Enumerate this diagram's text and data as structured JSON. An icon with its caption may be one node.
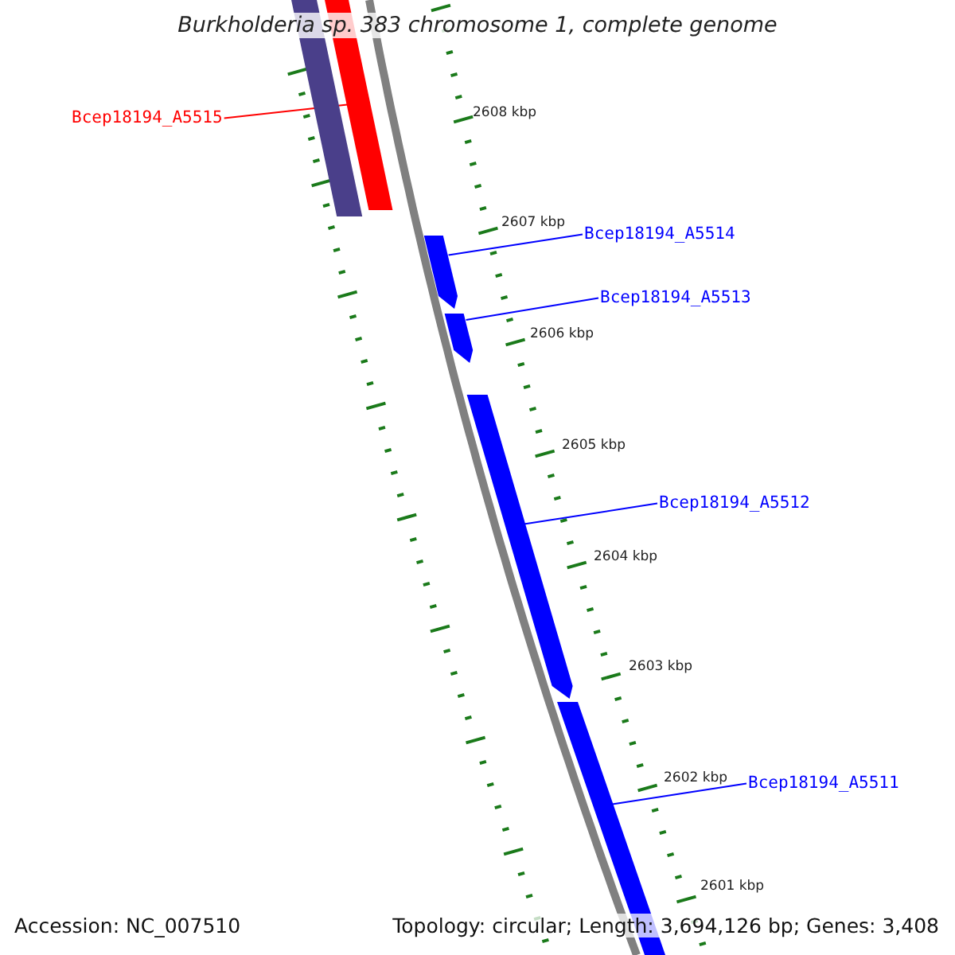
{
  "diagram": {
    "title": "Burkholderia sp. 383 chromosome 1, complete genome",
    "nodes": [
      {
        "text": [
          "Bcep18194_A5515"
        ]
      },
      {
        "text": [],
        "shape": "bar"
      },
      {
        "text": [],
        "shape": "bar"
      },
      {
        "text": [
          "Bcep18194_A5514"
        ]
      },
      {
        "text": [],
        "shape": "bar"
      },
      {
        "text": [
          "Bcep18194_A5513"
        ]
      },
      {
        "text": [],
        "shape": "bar"
      },
      {
        "text": [
          "Bcep18194_A5512"
        ]
      },
      {
        "text": [],
        "shape": "bar"
      },
      {
        "text": [
          "Bcep18194_A5511"
        ]
      },
      {
        "text": [],
        "shape": "bar"
      }
    ],
    "edges": [
      {
        "from": 0,
        "to": 2,
        "arrow": "none",
        "color": "#ff0000"
      },
      {
        "from": 3,
        "to": 4,
        "arrow": "none"
      },
      {
        "from": 5,
        "to": 6,
        "arrow": "none"
      },
      {
        "from": 7,
        "to": 8,
        "arrow": "none"
      },
      {
        "from": 9,
        "to": 10,
        "arrow": "none"
      }
    ],
    "labels": [
      "2608 kbp",
      "2607 kbp",
      "2606 kbp",
      "2605 kbp",
      "2604 kbp",
      "2603 kbp",
      "2602 kbp",
      "2601 kbp",
      "Accession: NC_007510",
      "Topology: circular; Length: 3,694,126 bp; Genes: 3,408"
    ]
  }
}
